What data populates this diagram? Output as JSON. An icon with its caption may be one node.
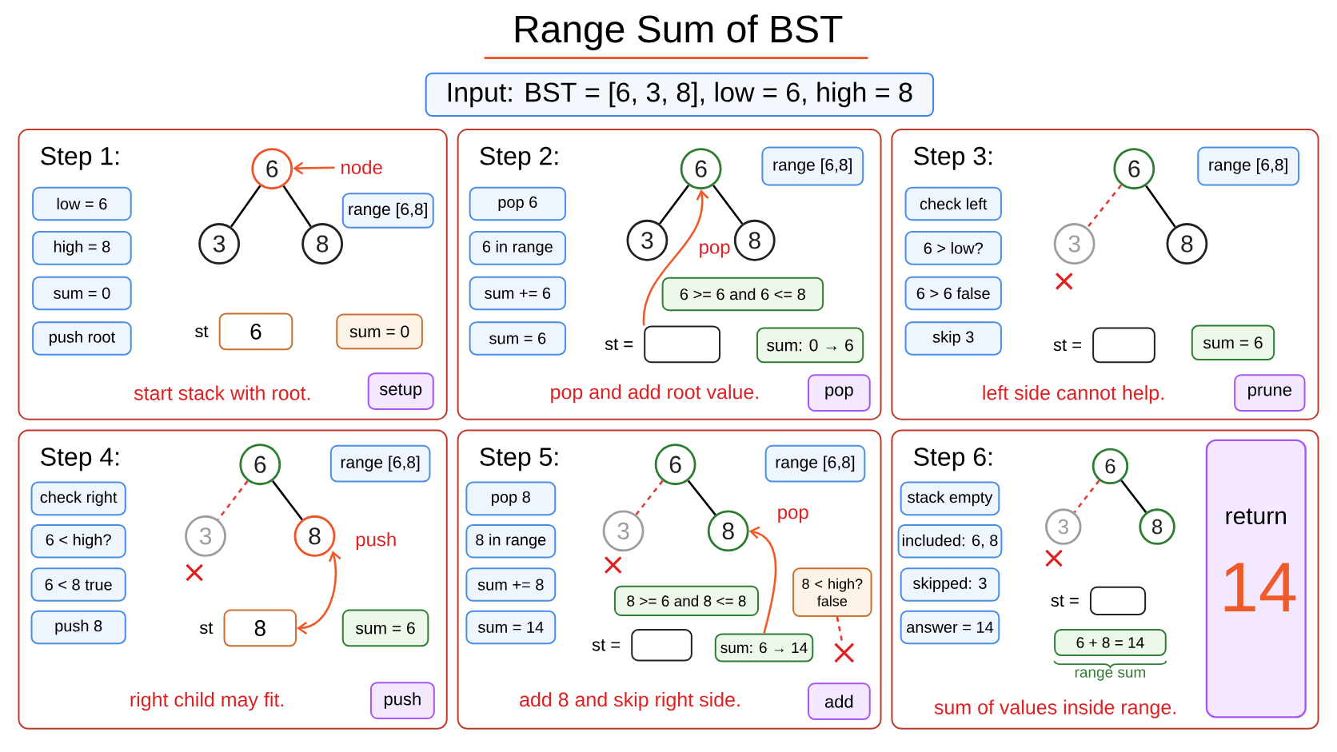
{
  "diagram": {
    "title": "Range Sum of BST",
    "nodes": [
      {
        "text": [
          "Input: BST = [6, 3, 8], low = 6, high = 8"
        ]
      },
      {
        "text": [
          "Step 1:",
          "start stack with root."
        ]
      },
      {
        "text": [
          "low = 6"
        ],
        "in": 1
      },
      {
        "text": [
          "high = 8"
        ],
        "in": 1
      },
      {
        "text": [
          "sum = 0"
        ],
        "in": 1
      },
      {
        "text": [
          "push root"
        ],
        "in": 1
      },
      {
        "text": [
          "6"
        ],
        "in": 1
      },
      {
        "text": [
          "3"
        ],
        "in": 1
      },
      {
        "text": [
          "8"
        ],
        "in": 1
      },
      {
        "text": [
          "node"
        ],
        "in": 1
      },
      {
        "text": [
          "range [6,8]"
        ],
        "in": 1
      },
      {
        "text": [
          "6"
        ],
        "in": 1,
        "beside": [
          "st"
        ]
      },
      {
        "text": [
          "sum = 0"
        ],
        "in": 1
      },
      {
        "text": [
          "setup"
        ],
        "in": 1
      },
      {
        "text": [
          "Step 2:",
          "pop and add root value."
        ]
      },
      {
        "text": [
          "pop 6"
        ],
        "in": 14
      },
      {
        "text": [
          "6 in range"
        ],
        "in": 14
      },
      {
        "text": [
          "sum += 6"
        ],
        "in": 14
      },
      {
        "text": [
          "sum = 6"
        ],
        "in": 14
      },
      {
        "text": [
          "6"
        ],
        "in": 14
      },
      {
        "text": [
          "3"
        ],
        "in": 14
      },
      {
        "text": [
          "8"
        ],
        "in": 14
      },
      {
        "text": [
          "range [6,8]"
        ],
        "in": 14
      },
      {
        "text": [
          "6 >= 6 and 6 <= 8"
        ],
        "in": 14
      },
      {
        "text": [],
        "shape": "box",
        "in": 14,
        "beside": [
          "st ="
        ]
      },
      {
        "text": [
          "sum: 0 → 6"
        ],
        "in": 14
      },
      {
        "text": [
          "pop"
        ],
        "in": 14
      },
      {
        "text": [
          "Step 3:",
          "left side cannot help."
        ]
      },
      {
        "text": [
          "check left"
        ],
        "in": 27
      },
      {
        "text": [
          "6 > low?"
        ],
        "in": 27
      },
      {
        "text": [
          "6 > 6 false"
        ],
        "in": 27
      },
      {
        "text": [
          "skip 3"
        ],
        "in": 27
      },
      {
        "text": [
          "6"
        ],
        "in": 27
      },
      {
        "text": [
          "3"
        ],
        "in": 27
      },
      {
        "text": [
          "8"
        ],
        "in": 27
      },
      {
        "text": [
          "range [6,8]"
        ],
        "in": 27
      },
      {
        "text": [],
        "shape": "box",
        "in": 27,
        "beside": [
          "st ="
        ]
      },
      {
        "text": [
          "sum = 6"
        ],
        "in": 27
      },
      {
        "text": [
          "prune"
        ],
        "in": 27
      },
      {
        "text": [
          "Step 4:",
          "right child may fit."
        ]
      },
      {
        "text": [
          "check right"
        ],
        "in": 39
      },
      {
        "text": [
          "6 < high?"
        ],
        "in": 39
      },
      {
        "text": [
          "6 < 8 true"
        ],
        "in": 39
      },
      {
        "text": [
          "push 8"
        ],
        "in": 39
      },
      {
        "text": [
          "6"
        ],
        "in": 39
      },
      {
        "text": [
          "3"
        ],
        "in": 39
      },
      {
        "text": [
          "8"
        ],
        "in": 39
      },
      {
        "text": [
          "range [6,8]"
        ],
        "in": 39
      },
      {
        "text": [
          "8"
        ],
        "in": 39,
        "beside": [
          "st"
        ]
      },
      {
        "text": [
          "sum = 6"
        ],
        "in": 39
      },
      {
        "text": [
          "push"
        ],
        "in": 39
      },
      {
        "text": [
          "Step 5:",
          "add 8 and skip right side."
        ]
      },
      {
        "text": [
          "pop 8"
        ],
        "in": 51
      },
      {
        "text": [
          "8 in range"
        ],
        "in": 51
      },
      {
        "text": [
          "sum += 8"
        ],
        "in": 51
      },
      {
        "text": [
          "sum = 14"
        ],
        "in": 51
      },
      {
        "text": [
          "6"
        ],
        "in": 51
      },
      {
        "text": [
          "3"
        ],
        "in": 51
      },
      {
        "text": [
          "8"
        ],
        "in": 51
      },
      {
        "text": [
          "range [6,8]"
        ],
        "in": 51
      },
      {
        "text": [
          "8 >= 6 and 8 <= 8"
        ],
        "in": 51
      },
      {
        "text": [],
        "shape": "box",
        "in": 51,
        "beside": [
          "st ="
        ]
      },
      {
        "text": [
          "sum: 6 → 14"
        ],
        "in": 51
      },
      {
        "text": [
          "8 < high? false"
        ],
        "in": 51
      },
      {
        "text": [
          "add"
        ],
        "in": 51
      },
      {
        "text": [
          "Step 6:",
          "sum of values inside range."
        ]
      },
      {
        "text": [
          "stack empty"
        ],
        "in": 65
      },
      {
        "text": [
          "included: 6, 8"
        ],
        "in": 65
      },
      {
        "text": [
          "skipped: 3"
        ],
        "in": 65
      },
      {
        "text": [
          "answer = 14"
        ],
        "in": 65
      },
      {
        "text": [
          "6"
        ],
        "in": 65
      },
      {
        "text": [
          "3"
        ],
        "in": 65
      },
      {
        "text": [
          "8"
        ],
        "in": 65
      },
      {
        "text": [],
        "shape": "box",
        "in": 65,
        "beside": [
          "st ="
        ]
      },
      {
        "text": [
          "6 + 8 = 14"
        ],
        "in": 65,
        "beside": [
          "range sum"
        ]
      },
      {
        "text": [
          "return",
          "14"
        ],
        "in": 65
      },
      {
        "text": [],
        "shape": "cross",
        "in": 51
      }
    ],
    "edges": [
      {
        "from": 6,
        "to": 7,
        "arrow": "none"
      },
      {
        "from": 6,
        "to": 8,
        "arrow": "none"
      },
      {
        "from": 9,
        "to": 6,
        "arrow": "to",
        "color": "#f05a28"
      },
      {
        "from": 19,
        "to": 20,
        "arrow": "none"
      },
      {
        "from": 19,
        "to": 21,
        "arrow": "none"
      },
      {
        "from": 24,
        "to": 19,
        "arrow": "to",
        "label": "pop",
        "color": "#f05a28"
      },
      {
        "from": 32,
        "to": 33,
        "arrow": "none",
        "style": "dashed",
        "color": "#e53935"
      },
      {
        "from": 32,
        "to": 34,
        "arrow": "none"
      },
      {
        "from": 44,
        "to": 45,
        "arrow": "none",
        "style": "dashed",
        "color": "#e53935"
      },
      {
        "from": 44,
        "to": 46,
        "arrow": "none"
      },
      {
        "from": 48,
        "to": 46,
        "arrow": "both",
        "label": "push",
        "color": "#f05a28"
      },
      {
        "from": 56,
        "to": 57,
        "arrow": "none",
        "style": "dashed",
        "color": "#e53935"
      },
      {
        "from": 56,
        "to": 58,
        "arrow": "none"
      },
      {
        "from": 62,
        "to": 58,
        "arrow": "to",
        "label": "pop",
        "color": "#f05a28"
      },
      {
        "from": 63,
        "to": 76,
        "arrow": "none",
        "style": "dashed",
        "color": "#e53935"
      },
      {
        "from": 70,
        "to": 71,
        "arrow": "none",
        "style": "dashed",
        "color": "#e53935"
      },
      {
        "from": 70,
        "to": 72,
        "arrow": "none"
      }
    ]
  }
}
